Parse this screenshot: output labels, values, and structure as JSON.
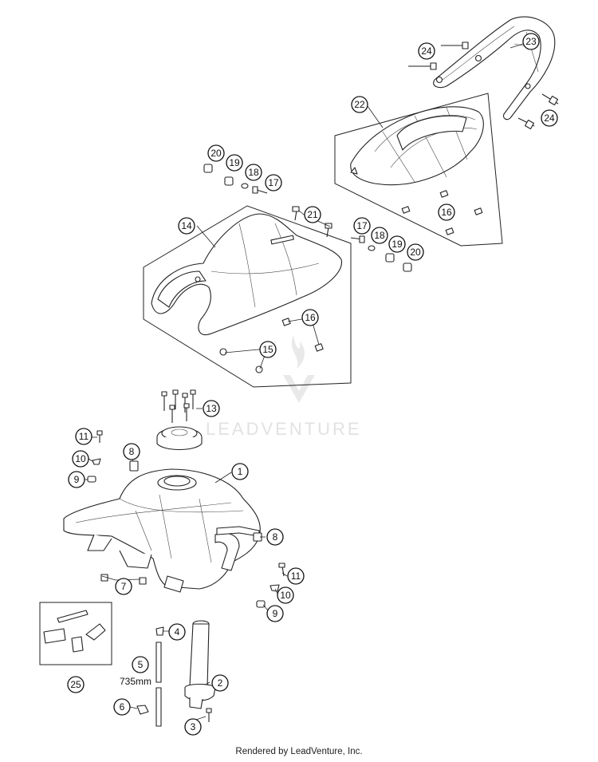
{
  "watermark": {
    "text": "LEADVENTURE"
  },
  "length_label": "735mm",
  "footer": "Rendered by LeadVenture, Inc.",
  "callouts": {
    "c1": "1",
    "c2": "2",
    "c3": "3",
    "c4": "4",
    "c5": "5",
    "c6": "6",
    "c7": "7",
    "c8a": "8",
    "c8b": "8",
    "c9a": "9",
    "c9b": "9",
    "c10a": "10",
    "c10b": "10",
    "c11a": "11",
    "c11b": "11",
    "c13": "13",
    "c14": "14",
    "c15": "15",
    "c16a": "16",
    "c16b": "16",
    "c17a": "17",
    "c17b": "17",
    "c18a": "18",
    "c18b": "18",
    "c19a": "19",
    "c19b": "19",
    "c20a": "20",
    "c20b": "20",
    "c21": "21",
    "c22": "22",
    "c23": "23",
    "c24a": "24",
    "c24b": "24",
    "c25": "25"
  }
}
